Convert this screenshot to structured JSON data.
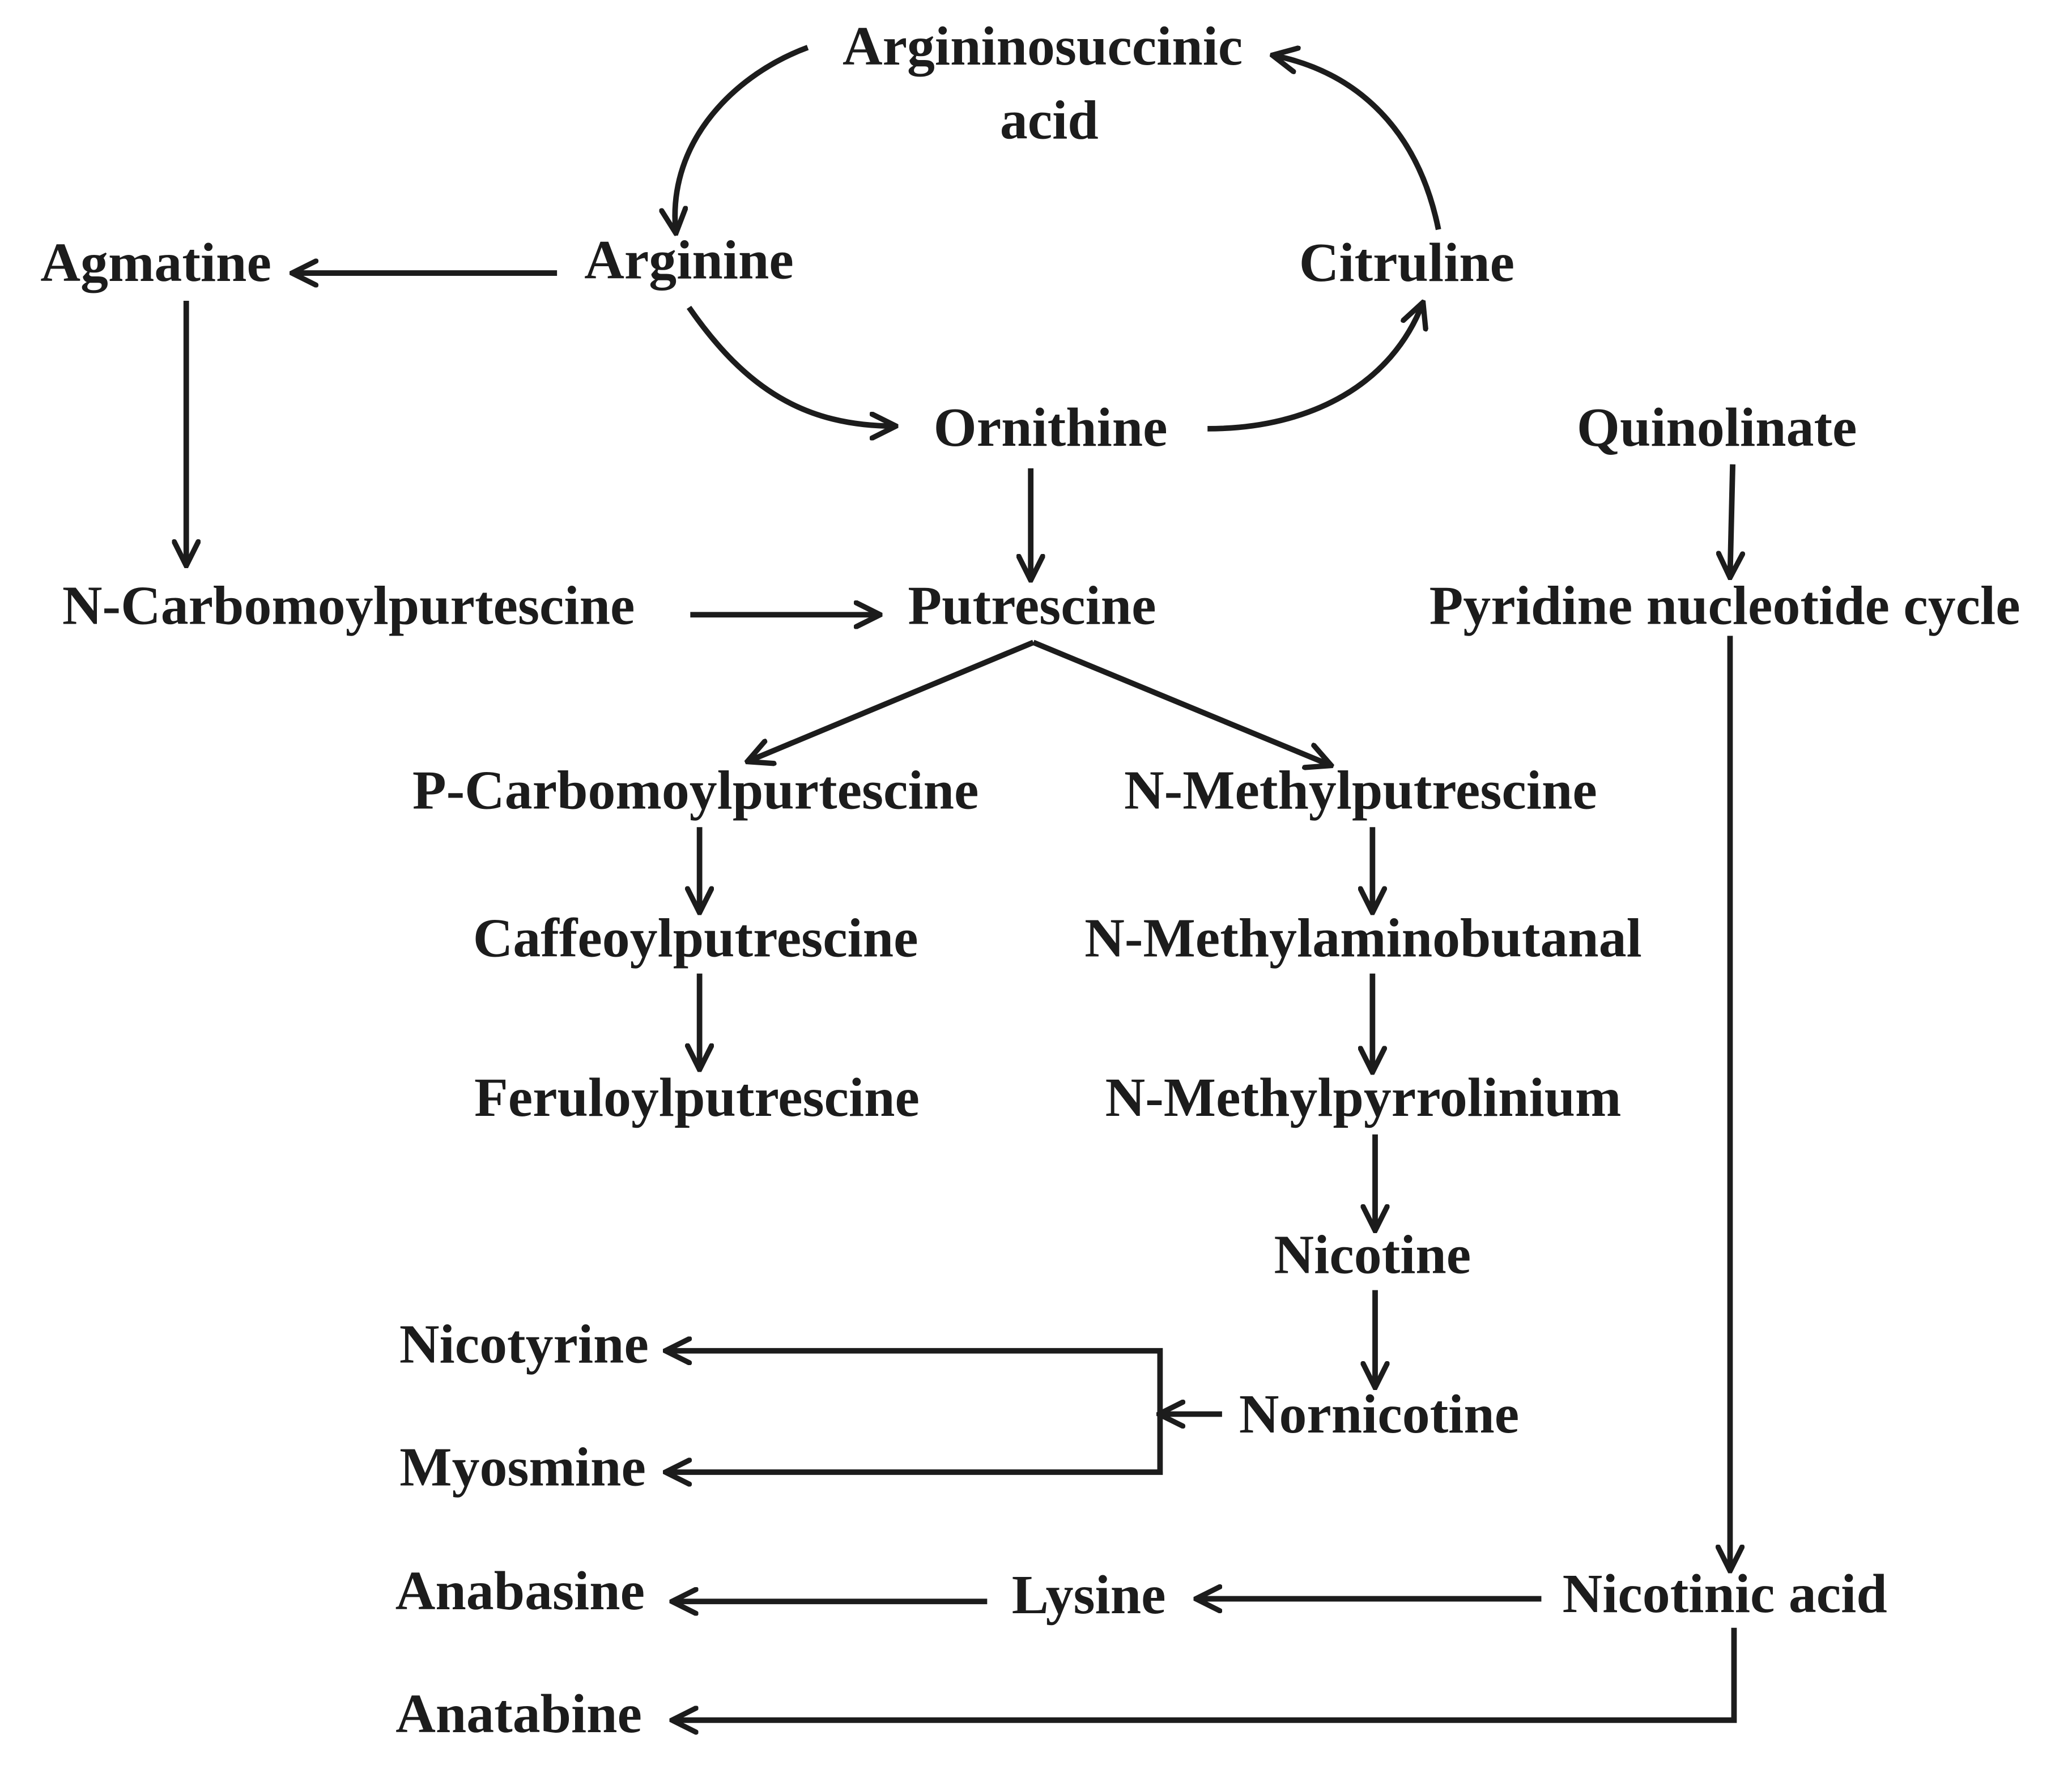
{
  "nodes": {
    "argininosuccinic_line1": "Argininosuccinic",
    "argininosuccinic_line2": "acid",
    "agmatine": "Agmatine",
    "arginine": "Arginine",
    "citruline": "Citruline",
    "ornithine": "Ornithine",
    "quinolinate": "Quinolinate",
    "n_carbomoylpurtescine": "N-Carbomoylpurtescine",
    "putrescine": "Putrescine",
    "pyridine_nucleotide_cycle": "Pyridine nucleotide cycle",
    "p_carbomoylpurtescine": "P-Carbomoylpurtescine",
    "n_methylputrescine": "N-Methylputrescine",
    "caffeoylputrescine": "Caffeoylputrescine",
    "n_methylaminobutanal": "N-Methylaminobutanal",
    "feruloylputrescine": "Feruloylputrescine",
    "n_methylpyrrolinium": "N-Methylpyrrolinium",
    "nicotine": "Nicotine",
    "nicotyrine": "Nicotyrine",
    "nornicotine": "Nornicotine",
    "myosmine": "Myosmine",
    "anabasine": "Anabasine",
    "lysine": "Lysine",
    "nicotinic_acid": "Nicotinic acid",
    "anatabine": "Anatabine"
  },
  "edges": [
    {
      "from": "Argininosuccinic acid",
      "to": "Arginine"
    },
    {
      "from": "Citruline",
      "to": "Argininosuccinic acid"
    },
    {
      "from": "Arginine",
      "to": "Agmatine"
    },
    {
      "from": "Arginine",
      "to": "Ornithine"
    },
    {
      "from": "Ornithine",
      "to": "Citruline"
    },
    {
      "from": "Agmatine",
      "to": "N-Carbomoylpurtescine"
    },
    {
      "from": "Ornithine",
      "to": "Putrescine"
    },
    {
      "from": "N-Carbomoylpurtescine",
      "to": "Putrescine"
    },
    {
      "from": "Quinolinate",
      "to": "Pyridine nucleotide cycle"
    },
    {
      "from": "Putrescine",
      "to": "P-Carbomoylpurtescine"
    },
    {
      "from": "Putrescine",
      "to": "N-Methylputrescine"
    },
    {
      "from": "P-Carbomoylpurtescine",
      "to": "Caffeoylputrescine"
    },
    {
      "from": "Caffeoylputrescine",
      "to": "Feruloylputrescine"
    },
    {
      "from": "N-Methylputrescine",
      "to": "N-Methylaminobutanal"
    },
    {
      "from": "N-Methylaminobutanal",
      "to": "N-Methylpyrrolinium"
    },
    {
      "from": "N-Methylpyrrolinium",
      "to": "Nicotine"
    },
    {
      "from": "Nicotine",
      "to": "Nornicotine"
    },
    {
      "from": "Nornicotine",
      "to": "Nicotyrine"
    },
    {
      "from": "Nornicotine",
      "to": "Myosmine"
    },
    {
      "from": "Pyridine nucleotide cycle",
      "to": "Nicotinic acid"
    },
    {
      "from": "Nicotinic acid",
      "to": "Lysine"
    },
    {
      "from": "Lysine",
      "to": "Anabasine"
    },
    {
      "from": "Nicotinic acid",
      "to": "Anatabine"
    }
  ],
  "colors": {
    "background": "#ffffff",
    "ink": "#1c1c1c"
  }
}
